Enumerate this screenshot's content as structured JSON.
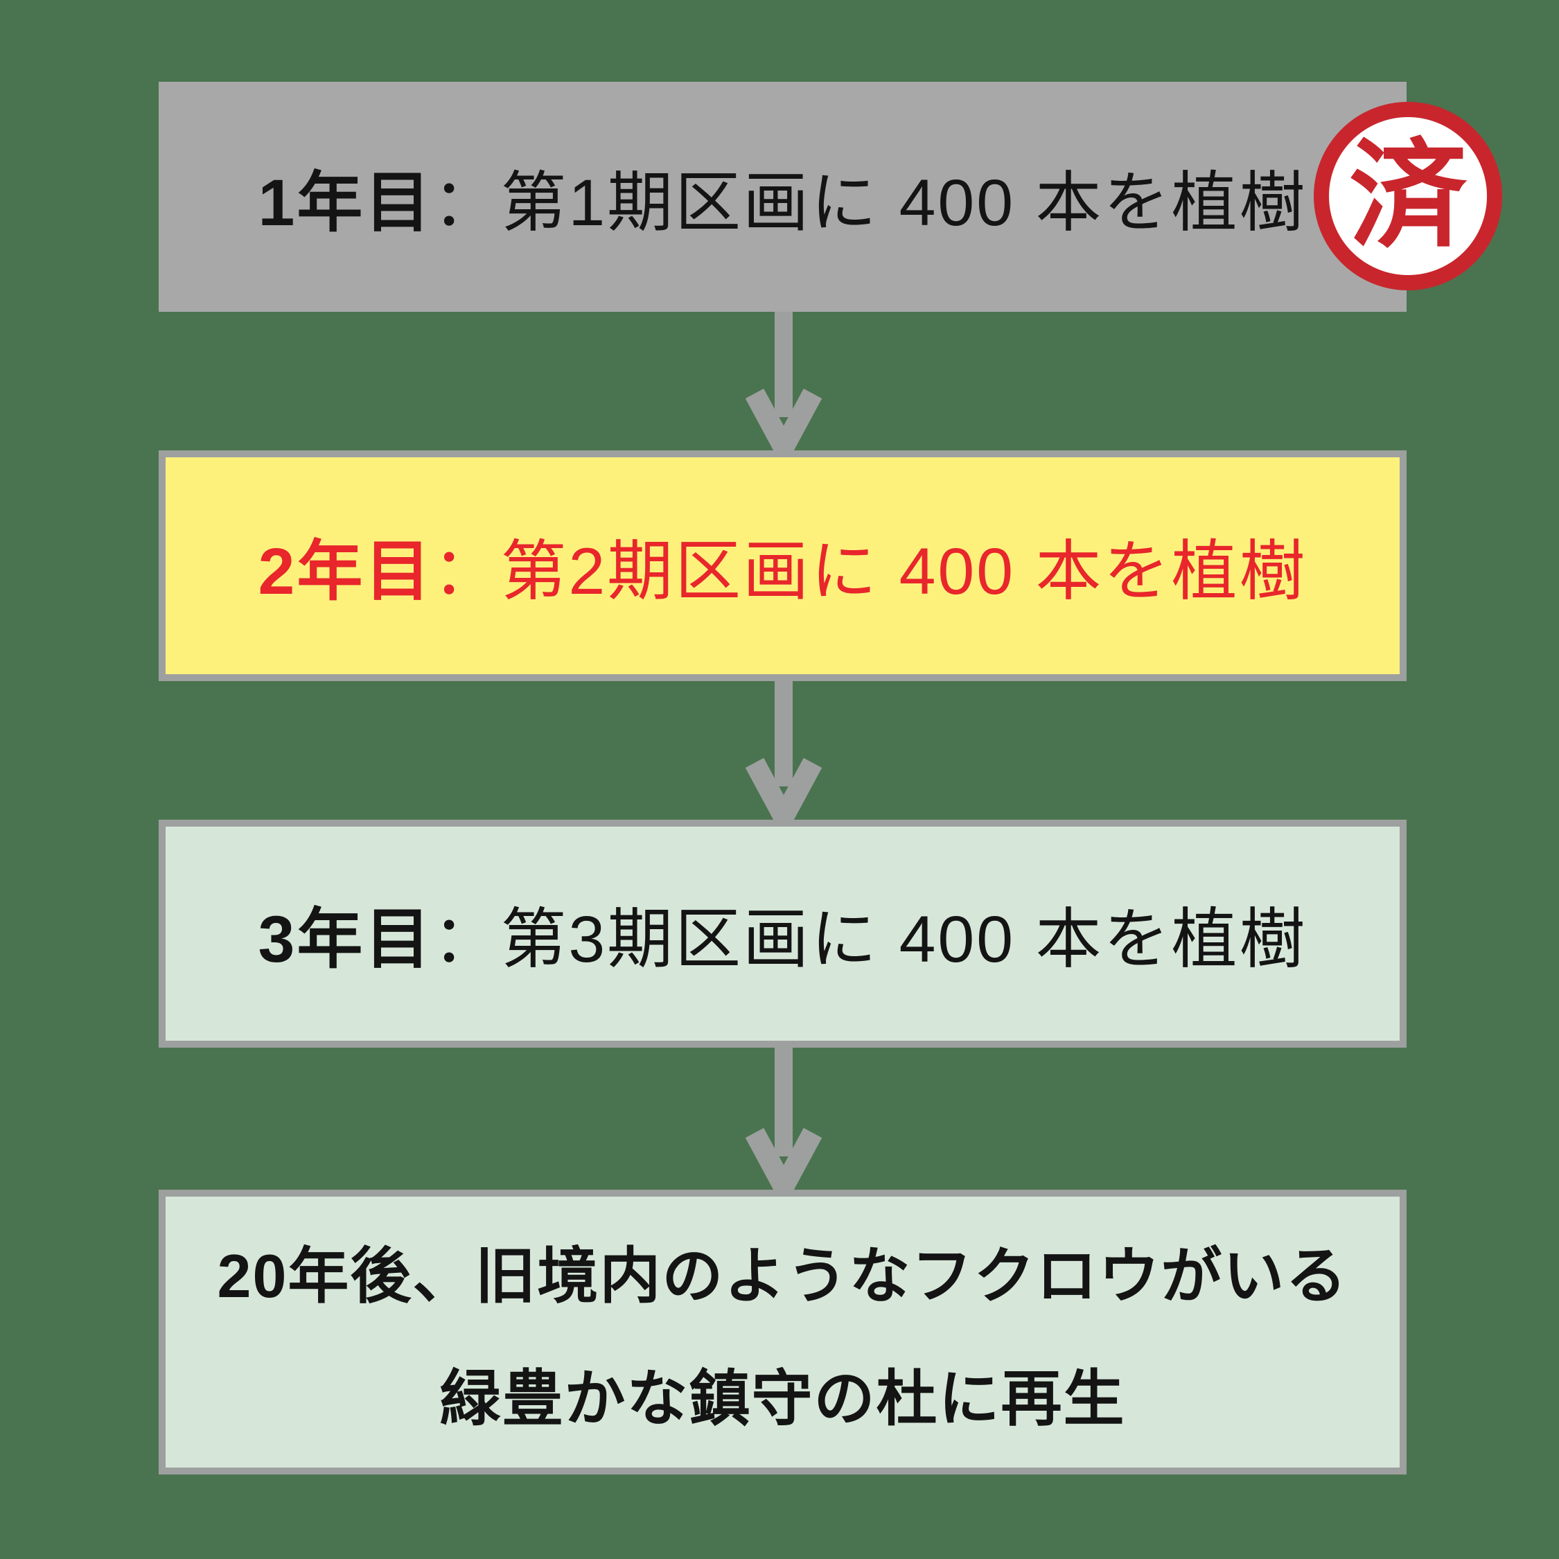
{
  "page": {
    "background_color": "#4a7450",
    "arrow_color": "#9ea09f",
    "border_color": "#9ea09f"
  },
  "flow": {
    "steps": [
      {
        "id": "year1",
        "label": "1年目",
        "rest": "：第1期区画に 400 本を植樹",
        "fill": "#a8a8a8",
        "text_color": "#141414"
      },
      {
        "id": "year2",
        "label": "2年目",
        "rest": "：第2期区画に 400 本を植樹",
        "fill": "#fdf17c",
        "text_color": "#e8262b"
      },
      {
        "id": "year3",
        "label": "3年目",
        "rest": "：第3期区画に 400 本を植樹",
        "fill": "#d6e7d9",
        "text_color": "#141414"
      },
      {
        "id": "goal",
        "line1": "20年後、旧境内のようなフクロウがいる",
        "line2": "緑豊かな鎮守の杜に再生",
        "fill": "#d6e7d9",
        "text_color": "#141414"
      }
    ],
    "badge": {
      "text": "済",
      "color": "#c8262c",
      "bg": "#ffffff"
    }
  }
}
